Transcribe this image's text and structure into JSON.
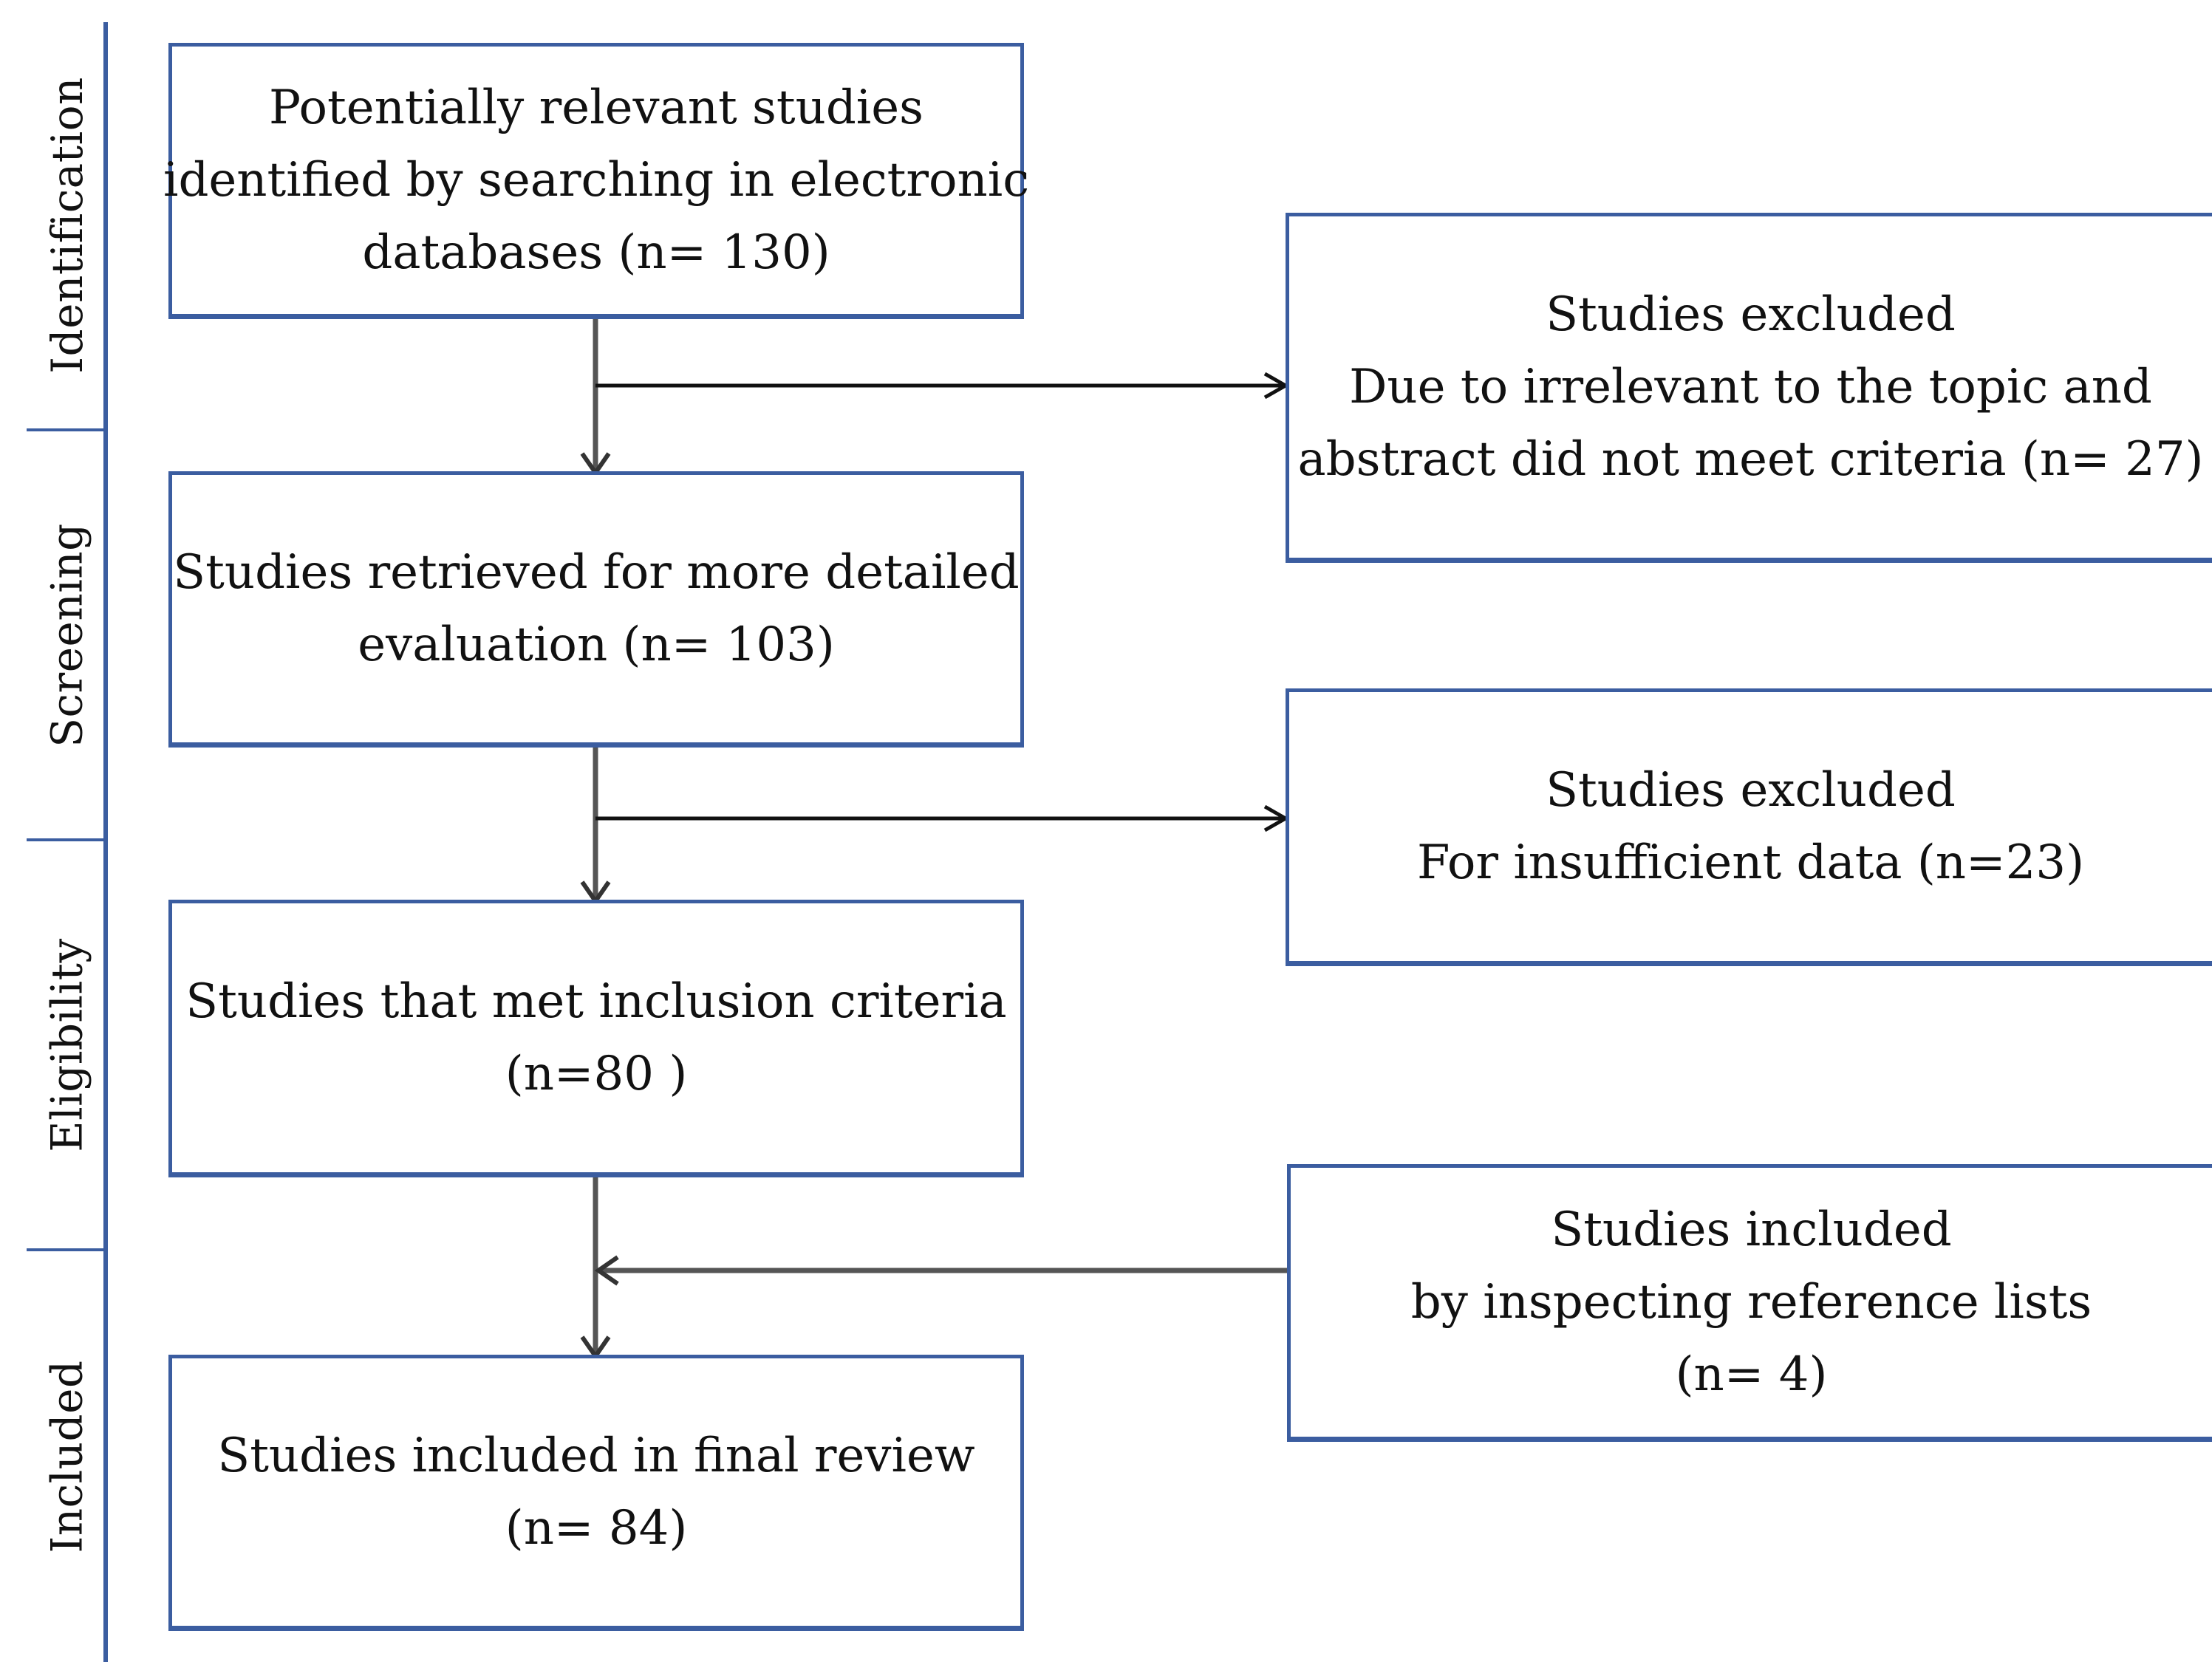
{
  "stages": [
    {
      "id": "identification",
      "label": "Identification"
    },
    {
      "id": "screening",
      "label": "Screening"
    },
    {
      "id": "eligibility",
      "label": "Eligibility"
    },
    {
      "id": "included",
      "label": "Included"
    }
  ],
  "boxes": {
    "identified": {
      "lines": [
        "Potentially relevant studies",
        "identified by searching in electronic",
        "databases  (n= 130)"
      ]
    },
    "retrieved": {
      "lines": [
        "Studies retrieved for more detailed",
        "evaluation  (n= 103)"
      ]
    },
    "met_criteria": {
      "lines": [
        "Studies that met inclusion criteria",
        "(n=80 )"
      ]
    },
    "final_review": {
      "lines": [
        "Studies included in final review",
        "(n= 84)"
      ]
    },
    "excluded_irrelevant": {
      "lines": [
        "Studies excluded",
        "Due to irrelevant to the topic and",
        "abstract did not meet criteria  (n= 27)"
      ]
    },
    "excluded_insufficient": {
      "lines": [
        "Studies excluded",
        "For insufficient data  (n=23)"
      ]
    },
    "included_references": {
      "lines": [
        "Studies included",
        "by inspecting reference lists",
        "(n= 4)"
      ]
    }
  },
  "colors": {
    "box_border": "#3b5da0",
    "connector": "#555555",
    "arrow": "#111111",
    "text": "#111111"
  }
}
